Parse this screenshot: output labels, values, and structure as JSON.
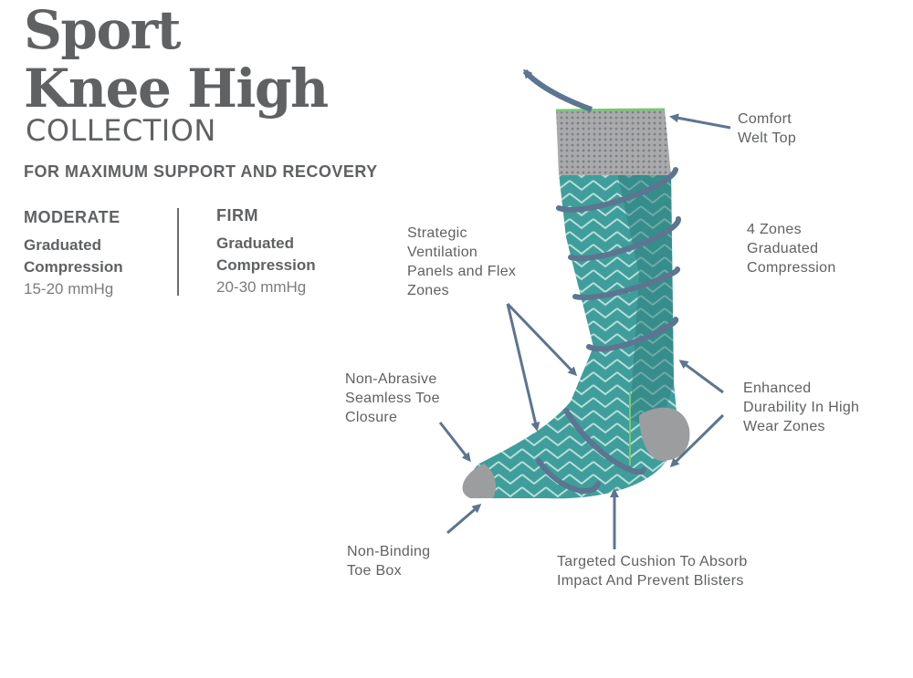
{
  "title": {
    "line1": "Sport",
    "line2": "Knee High",
    "line3": "COLLECTION"
  },
  "subtitle": "FOR MAXIMUM SUPPORT AND RECOVERY",
  "tiers": [
    {
      "name": "MODERATE",
      "type": "Graduated\nCompression",
      "range": "15-20 mmHg"
    },
    {
      "name": "FIRM",
      "type": "Graduated\nCompression",
      "range": "20-30 mmHg"
    }
  ],
  "callouts": {
    "comfort_welt": "Comfort\nWelt Top",
    "zones": "4 Zones\nGraduated\nCompression",
    "ventilation": "Strategic\nVentilation\nPanels and Flex\nZones",
    "toe_closure": "Non-Abrasive\nSeamless Toe\nClosure",
    "durability": "Enhanced\nDurability In High\nWear Zones",
    "toe_box": "Non-Binding\nToe Box",
    "cushion": "Targeted Cushion To Absorb\nImpact And Prevent Blisters"
  },
  "colors": {
    "sock_teal": "#3f9e9b",
    "sock_teal_dark": "#2f7f7e",
    "sock_gray": "#9c9d9f",
    "arrow": "#5c7590",
    "text": "#5f6163"
  }
}
